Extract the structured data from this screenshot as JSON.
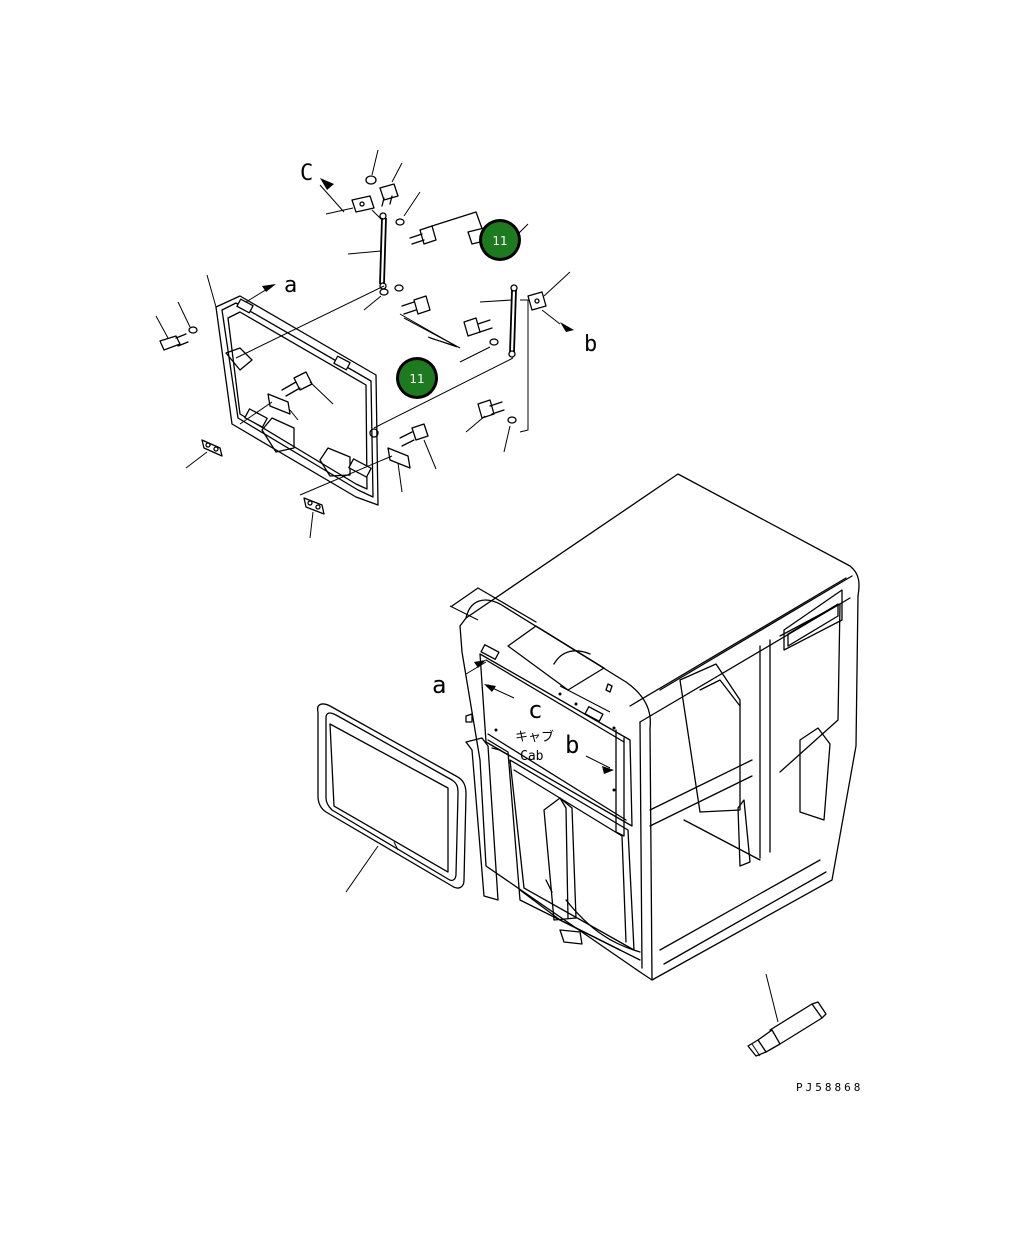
{
  "colors": {
    "line": "#000000",
    "background": "#ffffff",
    "badge_fill": "#1e7a1e",
    "badge_text": "#ffffff"
  },
  "labels": {
    "c_top": "C",
    "a_top": "a",
    "b_top": "b",
    "a_cab": "a",
    "c_cab": "c",
    "b_cab": "b",
    "cab_jp": "キャブ",
    "cab_en": "Cab"
  },
  "badges": [
    {
      "text": "11"
    },
    {
      "text": "11"
    }
  ],
  "drawing_code": "PJ58868"
}
